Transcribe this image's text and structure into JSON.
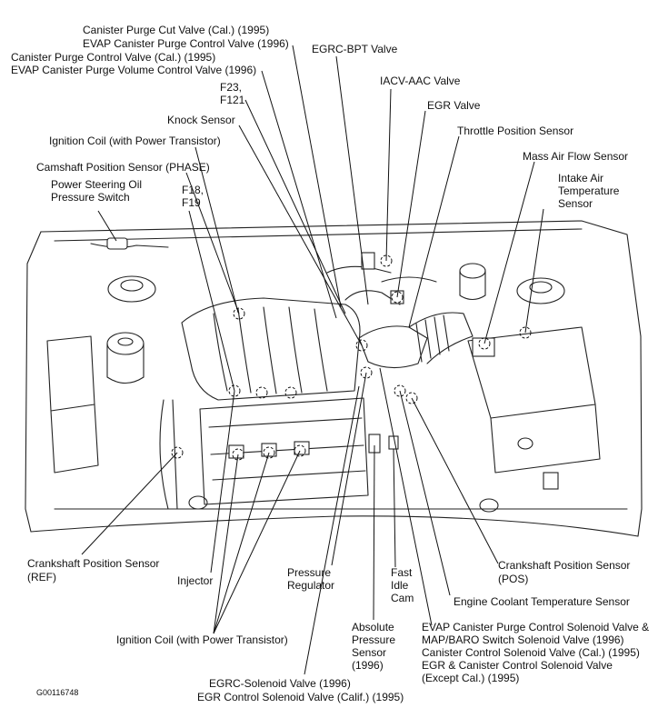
{
  "diagram_code": "G00116748",
  "labels": {
    "canister_purge_cut": "Canister Purge Cut Valve (Cal.) (1995)",
    "evap_purge_control": "EVAP Canister Purge Control Valve (1996)",
    "canister_purge_control": "Canister Purge Control Valve (Cal.) (1995)",
    "evap_purge_volume": "EVAP Canister Purge Volume Control Valve (1996)",
    "egrc_bpt": "EGRC-BPT Valve",
    "iacv_aac": "IACV-AAC Valve",
    "f23": "F23,",
    "f121": "F121",
    "egr_valve": "EGR Valve",
    "knock_sensor": "Knock Sensor",
    "throttle_position": "Throttle Position Sensor",
    "ignition_coil_top": "Ignition Coil (with Power Transistor)",
    "mass_air_flow": "Mass Air Flow Sensor",
    "camshaft_position": "Camshaft Position Sensor (PHASE)",
    "intake_air_1": "Intake Air",
    "intake_air_2": "Temperature",
    "intake_air_3": "Sensor",
    "ps_oil_1": "Power Steering Oil",
    "ps_oil_2": "Pressure Switch",
    "f18": "F18,",
    "f19": "F19",
    "crank_ref_1": "Crankshaft Position Sensor",
    "crank_ref_2": "(REF)",
    "injector": "Injector",
    "pressure_reg_1": "Pressure",
    "pressure_reg_2": "Regulator",
    "fast_idle_1": "Fast",
    "fast_idle_2": "Idle",
    "fast_idle_3": "Cam",
    "crank_pos_1": "Crankshaft Position Sensor",
    "crank_pos_2": "(POS)",
    "engine_coolant": "Engine Coolant Temperature Sensor",
    "abs_press_1": "Absolute",
    "abs_press_2": "Pressure",
    "abs_press_3": "Sensor",
    "abs_press_4": "(1996)",
    "evap_sol_1": "EVAP Canister Purge Control Solenoid Valve &",
    "evap_sol_2": "MAP/BARO Switch Solenoid Valve (1996)",
    "evap_sol_3": "Canister Control Solenoid Valve (Cal.) (1995)",
    "evap_sol_4": "EGR & Canister Control Solenoid Valve",
    "evap_sol_5": "(Except Cal.) (1995)",
    "ignition_coil_bottom": "Ignition Coil (with Power Transistor)",
    "egrc_solenoid_1": "EGRC-Solenoid Valve (1996)",
    "egrc_solenoid_2": "EGR Control Solenoid Valve (Calif.) (1995)"
  }
}
